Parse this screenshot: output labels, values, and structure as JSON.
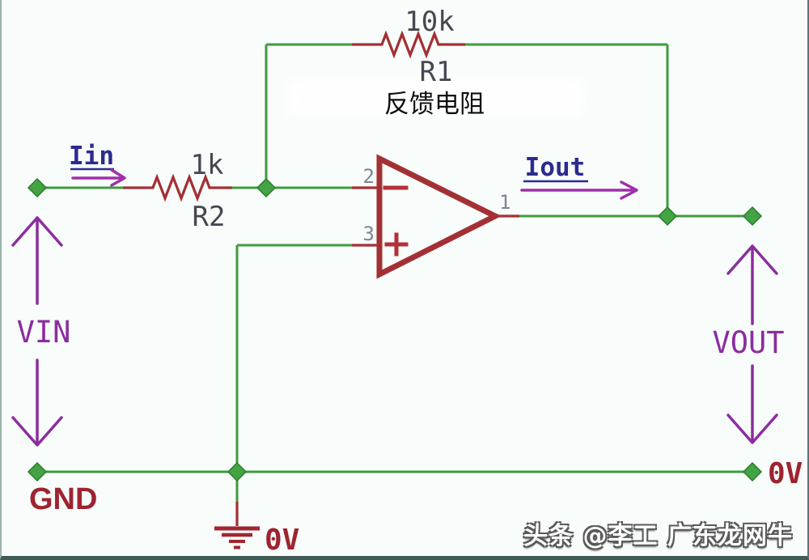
{
  "colors": {
    "wire_green": "#3f9b3f",
    "junction_green": "#44a344",
    "component_red": "#a33034",
    "net_label_red": "#9e2430",
    "current_label_blue": "#2b2b8f",
    "current_arrow_purple": "#a02faa",
    "voltage_arrow_purple": "#8b2d9e",
    "pin_number_gray": "#7d8496",
    "value_label_gray": "#474752",
    "background": "#f8fcfa"
  },
  "schematic": {
    "feedback_resistor": {
      "value": "10k",
      "ref": "R1",
      "caption": "反馈电阻"
    },
    "input_resistor": {
      "value": "1k",
      "ref": "R2"
    },
    "opamp": {
      "pin_inverting": "2",
      "pin_noninverting": "3",
      "pin_output": "1",
      "inverting_symbol": "-",
      "noninverting_symbol": "+"
    },
    "currents": {
      "input": "Iin",
      "output": "Iout"
    },
    "voltages": {
      "input": "VIN",
      "output": "VOUT"
    },
    "nets": {
      "ground": "GND",
      "ground_zero_v": "0V",
      "rail_zero_v": "0V"
    }
  },
  "watermark": {
    "text": "头条 @李工 广东龙网牛"
  }
}
